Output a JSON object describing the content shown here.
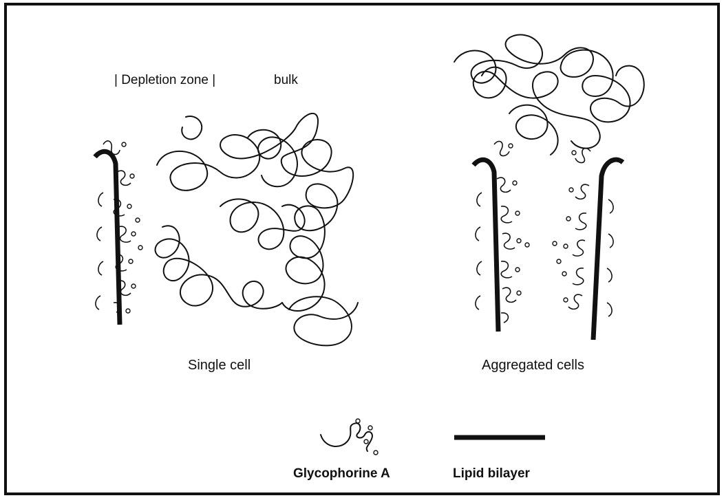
{
  "labels": {
    "depletion_zone": "| Depletion zone |",
    "bulk": "bulk",
    "single_cell": "Single cell",
    "aggregated_cells": "Aggregated cells",
    "glycophorin": "Glycophorine A",
    "lipid_bilayer": "Lipid bilayer"
  },
  "colors": {
    "ink": "#111111",
    "paper": "#ffffff"
  }
}
